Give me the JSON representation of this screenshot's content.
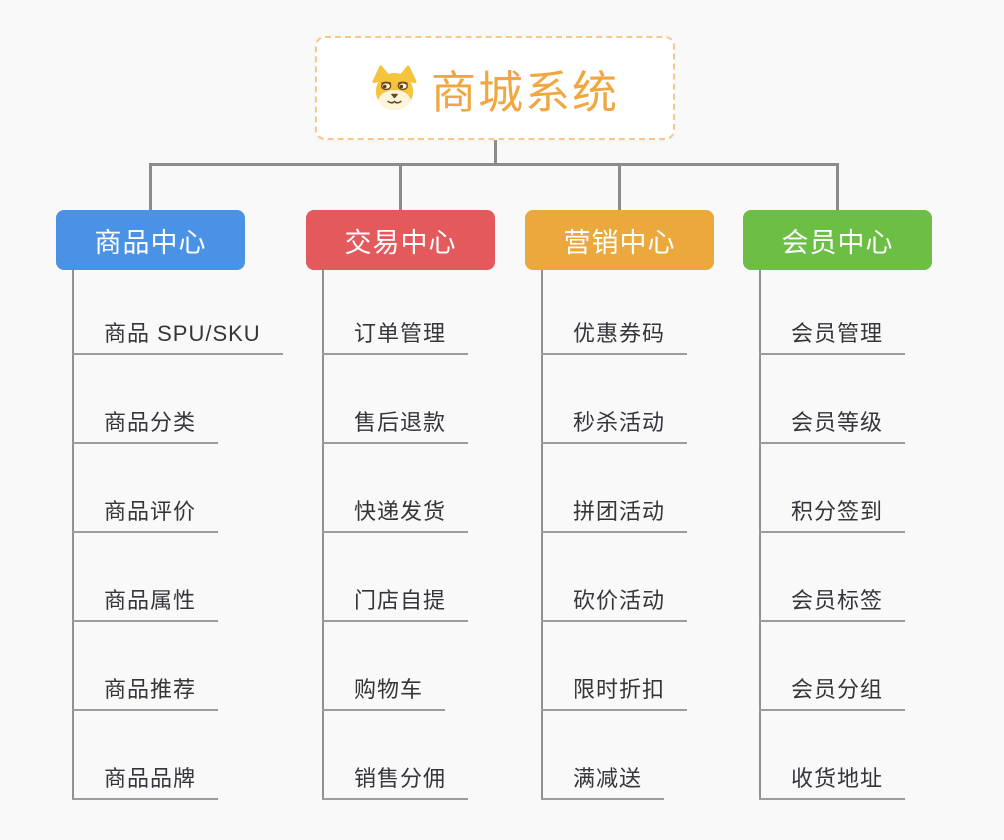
{
  "root": {
    "title": "商城系统",
    "title_color": "#F0A73F",
    "border_color": "#F6C98A",
    "icon": "dog-icon"
  },
  "branches": [
    {
      "key": "product-center",
      "label": "商品中心",
      "color": "#4A92E5",
      "children": [
        "商品 SPU/SKU",
        "商品分类",
        "商品评价",
        "商品属性",
        "商品推荐",
        "商品品牌"
      ]
    },
    {
      "key": "trade-center",
      "label": "交易中心",
      "color": "#E4595B",
      "children": [
        "订单管理",
        "售后退款",
        "快递发货",
        "门店自提",
        "购物车",
        "销售分佣"
      ]
    },
    {
      "key": "marketing-center",
      "label": "营销中心",
      "color": "#EBA93D",
      "children": [
        "优惠券码",
        "秒杀活动",
        "拼团活动",
        "砍价活动",
        "限时折扣",
        "满减送"
      ]
    },
    {
      "key": "member-center",
      "label": "会员中心",
      "color": "#6CBE45",
      "children": [
        "会员管理",
        "会员等级",
        "积分签到",
        "会员标签",
        "会员分组",
        "收货地址"
      ]
    }
  ],
  "connector_color": "#8C8C8C"
}
